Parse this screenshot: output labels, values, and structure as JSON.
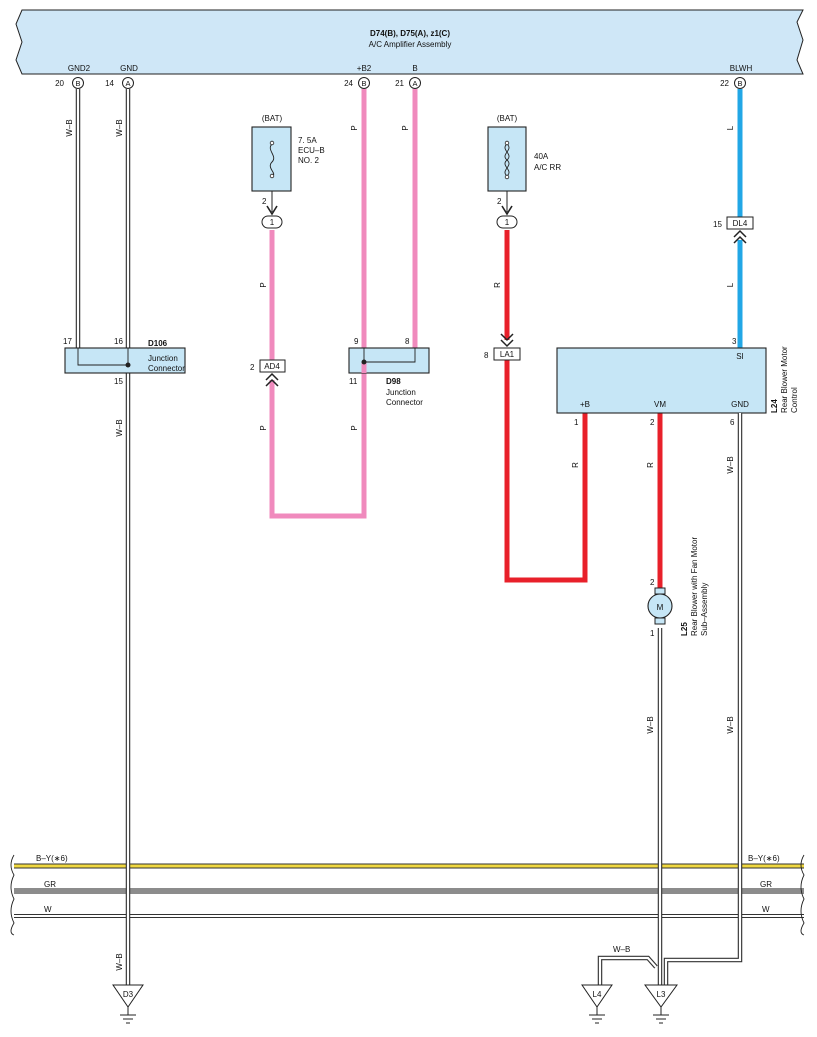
{
  "amplifier": {
    "title": "D74(B), D75(A), z1(C)",
    "subtitle": "A/C Amplifier Assembly",
    "pins": {
      "gnd2": {
        "num": "20",
        "conn": "B",
        "label": "GND2"
      },
      "gnd": {
        "num": "14",
        "conn": "A",
        "label": "GND"
      },
      "b2": {
        "num": "24",
        "conn": "B",
        "label": "+B2"
      },
      "b": {
        "num": "21",
        "conn": "A",
        "label": "B"
      },
      "blwh": {
        "num": "22",
        "conn": "B",
        "label": "BLWH"
      }
    }
  },
  "wire_labels": {
    "wb": "W–B",
    "p": "P",
    "r": "R",
    "l": "L"
  },
  "fuse1": {
    "source": "(BAT)",
    "rating": "7. 5A",
    "name_line1": "ECU–B",
    "name_line2": "NO. 2",
    "pin": "2",
    "term": "1"
  },
  "fuse2": {
    "source": "(BAT)",
    "rating": "40A",
    "name": "A/C RR",
    "pin": "2",
    "term": "1"
  },
  "d106": {
    "id": "D106",
    "line1": "Junction",
    "line2": "Connector",
    "pin_a": "17",
    "pin_b": "16",
    "pin_c": "15"
  },
  "d98": {
    "id": "D98",
    "line1": "Junction",
    "line2": "Connector",
    "pin_a": "9",
    "pin_b": "8",
    "pin_c": "11"
  },
  "ad4": {
    "label": "AD4",
    "pin": "2"
  },
  "la1": {
    "label": "LA1",
    "pin": "8"
  },
  "dl4": {
    "label": "DL4",
    "pin": "15"
  },
  "l24": {
    "id": "L24",
    "line1": "Rear Blower Motor",
    "line2": "Control",
    "pin_si": {
      "num": "3",
      "label": "SI"
    },
    "pin_b": {
      "num": "1",
      "label": "+B"
    },
    "pin_vm": {
      "num": "2",
      "label": "VM"
    },
    "pin_gnd": {
      "num": "6",
      "label": "GND"
    }
  },
  "l25": {
    "id": "L25",
    "line1": "Rear Blower with Fan Motor",
    "line2": "Sub–Assembly",
    "symbol": "M",
    "pin_top": "2",
    "pin_bot": "1"
  },
  "bus": {
    "line1": "B–Y(∗6)",
    "line2": "GR",
    "line3": "W"
  },
  "grounds": {
    "d3": "D3",
    "l4": "L4",
    "l3": "L3"
  },
  "colors": {
    "pink": "#f08abd",
    "red": "#e8202a",
    "blue": "#22a7e6",
    "box": "#cfe7f7",
    "yellow": "#f0d840",
    "gray": "#8c8c8c"
  }
}
